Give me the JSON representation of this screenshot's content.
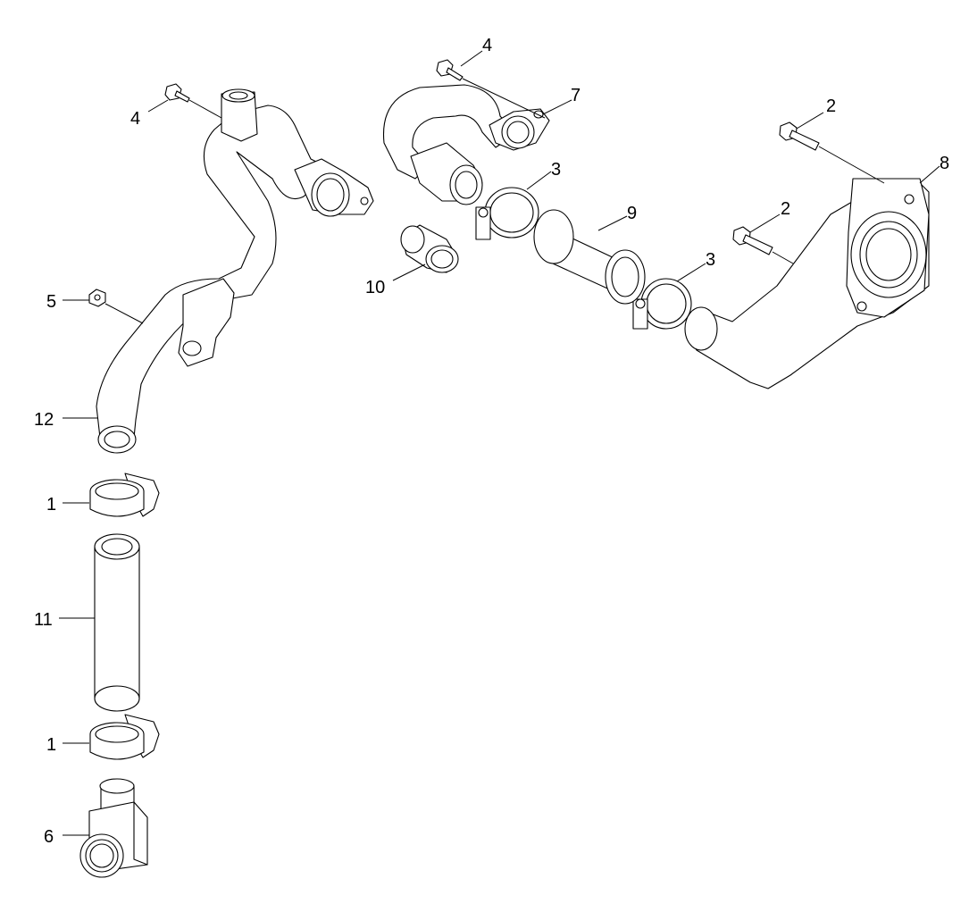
{
  "callouts": [
    {
      "id": "c1a",
      "text": "1"
    },
    {
      "id": "c1b",
      "text": "1"
    },
    {
      "id": "c2a",
      "text": "2"
    },
    {
      "id": "c2b",
      "text": "2"
    },
    {
      "id": "c3a",
      "text": "3"
    },
    {
      "id": "c3b",
      "text": "3"
    },
    {
      "id": "c4a",
      "text": "4"
    },
    {
      "id": "c4b",
      "text": "4"
    },
    {
      "id": "c5",
      "text": "5"
    },
    {
      "id": "c6",
      "text": "6"
    },
    {
      "id": "c7",
      "text": "7"
    },
    {
      "id": "c8",
      "text": "8"
    },
    {
      "id": "c9",
      "text": "9"
    },
    {
      "id": "c10",
      "text": "10"
    },
    {
      "id": "c11",
      "text": "11"
    },
    {
      "id": "c12",
      "text": "12"
    }
  ]
}
